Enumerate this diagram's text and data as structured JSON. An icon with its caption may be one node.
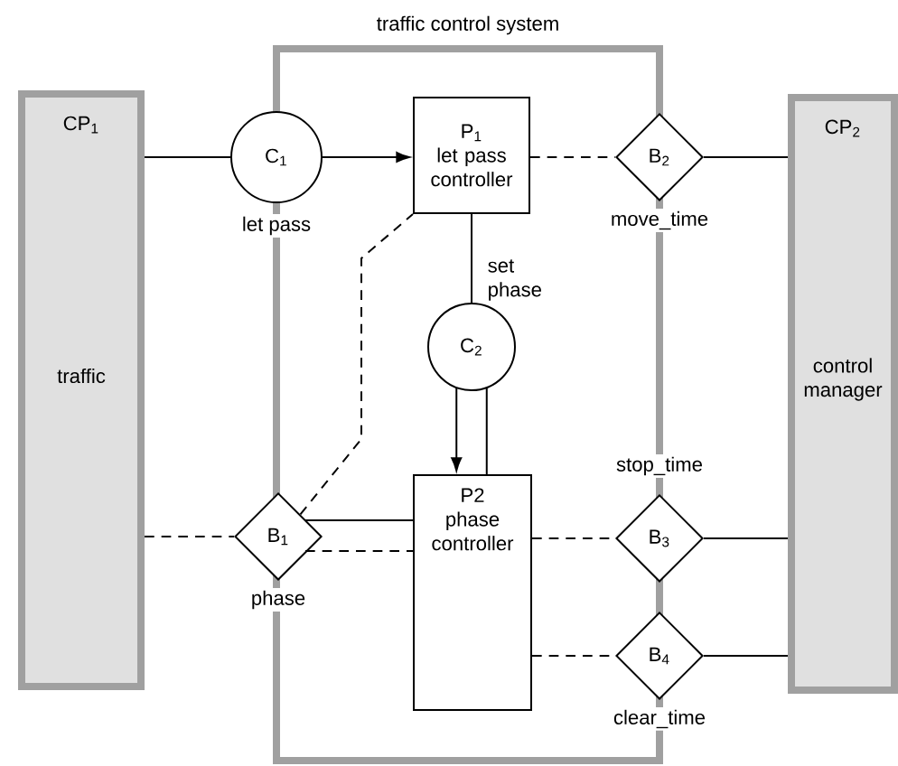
{
  "diagram": {
    "nodes": [
      {
        "text": [
          "traffic control system"
        ]
      },
      {
        "text": [
          "CP$_{1}$",
          "traffic"
        ]
      },
      {
        "text": [
          "C$_{1}$"
        ],
        "beside": [
          "let pass"
        ]
      },
      {
        "text": [
          "P$_{1}$",
          "let pass controller"
        ],
        "in": 0
      },
      {
        "text": [
          "CP$_{2}$",
          "control manager"
        ]
      },
      {
        "text": [
          "B$_{2}$"
        ],
        "beside": [
          "move_time"
        ]
      },
      {
        "text": [
          "C$_{2}$"
        ],
        "in": 0
      },
      {
        "text": [
          "B$_{1}$"
        ],
        "beside": [
          "phase"
        ]
      },
      {
        "text": [
          "P2",
          "phase controller"
        ],
        "in": 0
      },
      {
        "text": [
          "B$_{3}$"
        ],
        "beside": [
          "stop_time"
        ]
      },
      {
        "text": [
          "B$_{4}$"
        ],
        "beside": [
          "clear_time"
        ]
      }
    ],
    "edges": [
      {
        "from": 1,
        "to": 2,
        "arrow": "none"
      },
      {
        "from": 2,
        "to": 3,
        "arrow": "to"
      },
      {
        "from": 3,
        "to": 5,
        "arrow": "none",
        "style": "dashed"
      },
      {
        "from": 5,
        "to": 4,
        "arrow": "none"
      },
      {
        "from": 3,
        "to": 6,
        "arrow": "none",
        "label": "set phase"
      },
      {
        "from": 6,
        "to": 8,
        "arrow": "to"
      },
      {
        "from": 8,
        "to": 6,
        "arrow": "none"
      },
      {
        "from": 1,
        "to": 7,
        "arrow": "none",
        "style": "dashed"
      },
      {
        "from": 7,
        "to": 8,
        "arrow": "none"
      },
      {
        "from": 7,
        "to": 8,
        "arrow": "none",
        "style": "dashed"
      },
      {
        "from": 7,
        "to": 3,
        "arrow": "none",
        "style": "dashed"
      },
      {
        "from": 8,
        "to": 9,
        "arrow": "none",
        "style": "dashed"
      },
      {
        "from": 9,
        "to": 4,
        "arrow": "none"
      },
      {
        "from": 8,
        "to": 10,
        "arrow": "none",
        "style": "dashed"
      },
      {
        "from": 10,
        "to": 4,
        "arrow": "none"
      }
    ]
  }
}
